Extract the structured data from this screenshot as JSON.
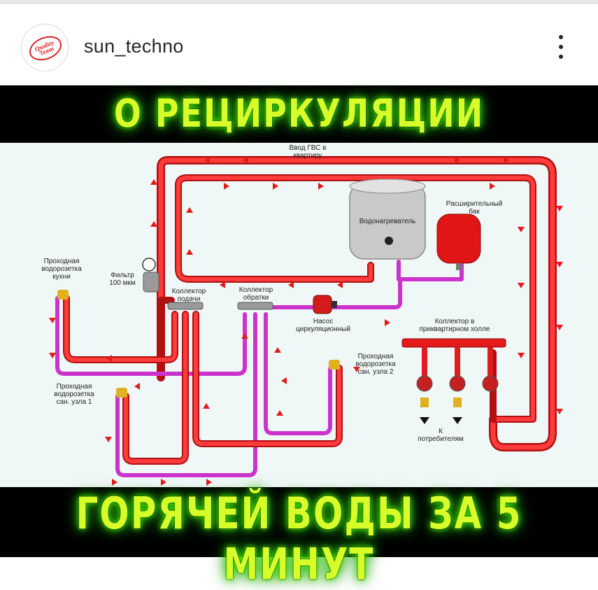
{
  "header": {
    "username": "sun_techno",
    "avatar_text": "Quality Team",
    "more_icon": "more-vertical-icon"
  },
  "post": {
    "title_top": "О РЕЦИРКУЛЯЦИИ",
    "title_bottom": "ГОРЯЧЕЙ ВОДЫ ЗА 5 МИНУТ",
    "title_color": "#d7ff2a",
    "glow_color": "#4aff00"
  },
  "diagram": {
    "hot_color": "#e31b1b",
    "return_color": "#cc33cc",
    "labels": {
      "gvs_line1": "Ввод ГВС в",
      "gvs_line2": "квартиру",
      "heater": "Водонагреватель",
      "tank_line1": "Расширительный",
      "tank_line2": "бак",
      "kitchen_line1": "Проходная",
      "kitchen_line2": "водорозетка",
      "kitchen_line3": "кухни",
      "filter_line1": "Фильтр",
      "filter_line2": "100 мкм",
      "supply_line1": "Коллектор",
      "supply_line2": "подачи",
      "return_line1": "Коллектор",
      "return_line2": "обратки",
      "pump_line1": "Насос",
      "pump_line2": "циркуляционный",
      "hall_line1": "Коллектор в",
      "hall_line2": "приквартирном холле",
      "bath2_line1": "Проходная",
      "bath2_line2": "водорозетка",
      "bath2_line3": "сан. узла 2",
      "bath1_line1": "Проходная",
      "bath1_line2": "водорозетка",
      "bath1_line3": "сан. узла 1",
      "consumers_line1": "К",
      "consumers_line2": "потребителям"
    }
  }
}
